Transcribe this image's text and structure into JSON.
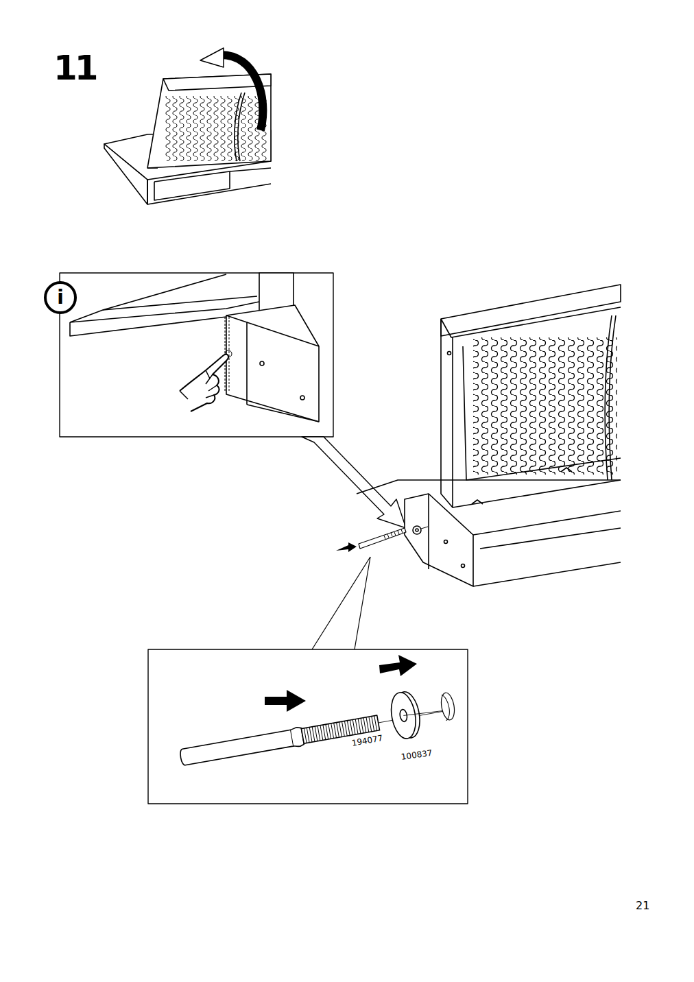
{
  "diagram": {
    "labels": [
      "11",
      "i",
      "194077",
      "100837",
      "21"
    ]
  }
}
